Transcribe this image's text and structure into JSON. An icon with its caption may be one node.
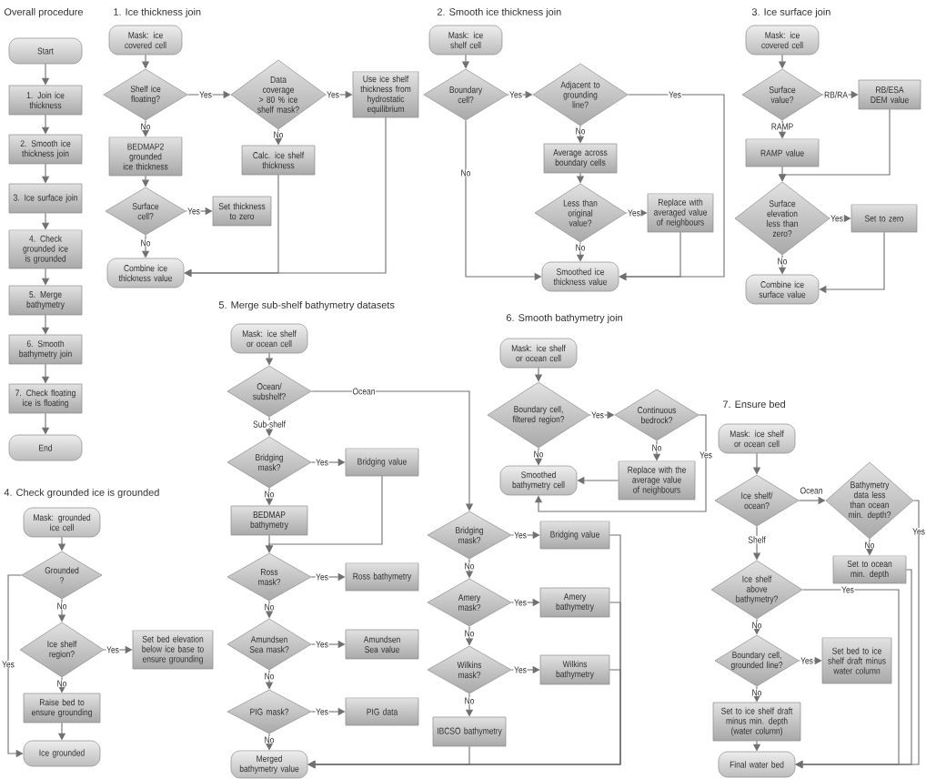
{
  "diagram": {
    "nodes": [
      {
        "text": [
          "Start"
        ]
      },
      {
        "text": [
          "1. Join ice thickness"
        ]
      },
      {
        "text": [
          "2. Smooth ice thickness join"
        ]
      },
      {
        "text": [
          "3. Ice surface join"
        ]
      },
      {
        "text": [
          "4. Check grounded ice is grounded"
        ]
      },
      {
        "text": [
          "5. Merge bathymetry"
        ]
      },
      {
        "text": [
          "6. Smooth bathymetry join"
        ]
      },
      {
        "text": [
          "7. Check floating ice is floating"
        ]
      },
      {
        "text": [
          "End"
        ]
      },
      {
        "text": [
          "Mask: ice covered cell"
        ]
      },
      {
        "text": [
          "Shelf ice floating?"
        ]
      },
      {
        "text": [
          "Data coverage > 80 % ice shelf mask?"
        ]
      },
      {
        "text": [
          "Use ice shelf thickness from hydrostatic equilibrium"
        ]
      },
      {
        "text": [
          "BEDMAP2 grounded ice thickness"
        ]
      },
      {
        "text": [
          "Calc. ice shelf thickness"
        ]
      },
      {
        "text": [
          "Surface cell?"
        ]
      },
      {
        "text": [
          "Set thickness to zero"
        ]
      },
      {
        "text": [
          "Combine ice thickness value"
        ]
      },
      {
        "text": [
          "Mask: ice shelf cell"
        ]
      },
      {
        "text": [
          "Boundary cell?"
        ]
      },
      {
        "text": [
          "Adjacent to grounding line?"
        ]
      },
      {
        "text": [
          "Average across boundary cells"
        ]
      },
      {
        "text": [
          "Less than original value?"
        ]
      },
      {
        "text": [
          "Replace with averaged value of neighbours"
        ]
      },
      {
        "text": [
          "Smoothed ice thickness value"
        ]
      },
      {
        "text": [
          "Mask: ice covered cell"
        ]
      },
      {
        "text": [
          "Surface value?"
        ]
      },
      {
        "text": [
          "RB/ESA DEM value"
        ]
      },
      {
        "text": [
          "RAMP value"
        ]
      },
      {
        "text": [
          "Surface elevation less than zero?"
        ]
      },
      {
        "text": [
          "Set to zero"
        ]
      },
      {
        "text": [
          "Combine ice surface value"
        ]
      },
      {
        "text": [
          "Mask: grounded ice cell"
        ]
      },
      {
        "text": [
          "Grounded ?"
        ]
      },
      {
        "text": [
          "Ice shelf region?"
        ]
      },
      {
        "text": [
          "Set bed elevation below ice base to ensure grounding"
        ]
      },
      {
        "text": [
          "Raise bed to ensure grounding"
        ]
      },
      {
        "text": [
          "Ice grounded"
        ]
      },
      {
        "text": [
          "Mask: ice shelf or ocean cell"
        ]
      },
      {
        "text": [
          "Ocean/ subshelf?"
        ]
      },
      {
        "text": [
          "Bridging mask?"
        ]
      },
      {
        "text": [
          "Bridging value"
        ]
      },
      {
        "text": [
          "BEDMAP bathymetry"
        ]
      },
      {
        "text": [
          "Ross mask?"
        ]
      },
      {
        "text": [
          "Ross bathymetry"
        ]
      },
      {
        "text": [
          "Amundsen Sea mask?"
        ]
      },
      {
        "text": [
          "Amundsen Sea value"
        ]
      },
      {
        "text": [
          "PIG mask?"
        ]
      },
      {
        "text": [
          "PIG data"
        ]
      },
      {
        "text": [
          "Merged bathymetry value"
        ]
      },
      {
        "text": [
          "Bridging mask?"
        ]
      },
      {
        "text": [
          "Bridging value"
        ]
      },
      {
        "text": [
          "Amery mask?"
        ]
      },
      {
        "text": [
          "Amery bathymetry"
        ]
      },
      {
        "text": [
          "Wilkins mask?"
        ]
      },
      {
        "text": [
          "Wilkins bathymetry"
        ]
      },
      {
        "text": [
          "IBCSO bathymetry"
        ]
      },
      {
        "text": [
          "Mask: ice shelf or ocean cell"
        ]
      },
      {
        "text": [
          "Boundary cell, filtered region?"
        ]
      },
      {
        "text": [
          "Continuous bedrock?"
        ]
      },
      {
        "text": [
          "Replace with the average value of neighbours"
        ]
      },
      {
        "text": [
          "Smoothed bathymetry cell"
        ]
      },
      {
        "text": [
          "Mask: ice shelf or ocean cell"
        ]
      },
      {
        "text": [
          "Ice shelf/ ocean?"
        ]
      },
      {
        "text": [
          "Bathymetry data less than ocean min. depth?"
        ]
      },
      {
        "text": [
          "Set to ocean min. depth"
        ]
      },
      {
        "text": [
          "Ice shelf above bathymetry?"
        ]
      },
      {
        "text": [
          "Boundary cell, grounded line?"
        ]
      },
      {
        "text": [
          "Set bed to ice shelf draft minus water column"
        ]
      },
      {
        "text": [
          "Set to ice shelf draft minus min. depth (water column)"
        ]
      },
      {
        "text": [
          "Final water bed"
        ]
      }
    ],
    "edges": [
      {
        "from": 0,
        "to": 1,
        "arrow": "to"
      },
      {
        "from": 1,
        "to": 2,
        "arrow": "to"
      },
      {
        "from": 2,
        "to": 3,
        "arrow": "to"
      },
      {
        "from": 3,
        "to": 4,
        "arrow": "to"
      },
      {
        "from": 4,
        "to": 5,
        "arrow": "to"
      },
      {
        "from": 5,
        "to": 6,
        "arrow": "to"
      },
      {
        "from": 6,
        "to": 7,
        "arrow": "to"
      },
      {
        "from": 7,
        "to": 8,
        "arrow": "to"
      },
      {
        "from": 9,
        "to": 10,
        "arrow": "to"
      },
      {
        "from": 10,
        "to": 11,
        "arrow": "to",
        "label": "Yes"
      },
      {
        "from": 11,
        "to": 12,
        "arrow": "to",
        "label": "Yes"
      },
      {
        "from": 11,
        "to": 14,
        "arrow": "to",
        "label": "No"
      },
      {
        "from": 10,
        "to": 13,
        "arrow": "to",
        "label": "No"
      },
      {
        "from": 13,
        "to": 15,
        "arrow": "to"
      },
      {
        "from": 15,
        "to": 16,
        "arrow": "to",
        "label": "Yes"
      },
      {
        "from": 15,
        "to": 17,
        "arrow": "to",
        "label": "No"
      },
      {
        "from": 14,
        "to": 17,
        "arrow": "to"
      },
      {
        "from": 12,
        "to": 17,
        "arrow": "to"
      },
      {
        "from": 18,
        "to": 19,
        "arrow": "to"
      },
      {
        "from": 19,
        "to": 20,
        "arrow": "to",
        "label": "Yes"
      },
      {
        "from": 20,
        "to": 24,
        "arrow": "to",
        "label": "Yes"
      },
      {
        "from": 20,
        "to": 21,
        "arrow": "to",
        "label": "No"
      },
      {
        "from": 21,
        "to": 22,
        "arrow": "to"
      },
      {
        "from": 22,
        "to": 23,
        "arrow": "to",
        "label": "Yes"
      },
      {
        "from": 22,
        "to": 24,
        "arrow": "to",
        "label": "No"
      },
      {
        "from": 23,
        "to": 24,
        "arrow": "to"
      },
      {
        "from": 19,
        "to": 24,
        "arrow": "to",
        "label": "No"
      },
      {
        "from": 25,
        "to": 26,
        "arrow": "to"
      },
      {
        "from": 26,
        "to": 27,
        "arrow": "to",
        "label": "RB/RA"
      },
      {
        "from": 26,
        "to": 28,
        "arrow": "to",
        "label": "RAMP"
      },
      {
        "from": 27,
        "to": 29,
        "arrow": "to"
      },
      {
        "from": 28,
        "to": 29,
        "arrow": "to"
      },
      {
        "from": 29,
        "to": 30,
        "arrow": "to",
        "label": "Yes"
      },
      {
        "from": 29,
        "to": 31,
        "arrow": "to",
        "label": "No"
      },
      {
        "from": 30,
        "to": 31,
        "arrow": "to"
      },
      {
        "from": 32,
        "to": 33,
        "arrow": "to"
      },
      {
        "from": 33,
        "to": 34,
        "arrow": "to",
        "label": "No"
      },
      {
        "from": 33,
        "to": 37,
        "arrow": "to",
        "label": "Yes"
      },
      {
        "from": 34,
        "to": 35,
        "arrow": "to",
        "label": "Yes"
      },
      {
        "from": 34,
        "to": 36,
        "arrow": "to",
        "label": "No"
      },
      {
        "from": 36,
        "to": 37,
        "arrow": "to"
      },
      {
        "from": 38,
        "to": 39,
        "arrow": "to"
      },
      {
        "from": 39,
        "to": 40,
        "arrow": "to",
        "label": "Sub-shelf"
      },
      {
        "from": 39,
        "to": 50,
        "arrow": "to",
        "label": "Ocean"
      },
      {
        "from": 40,
        "to": 41,
        "arrow": "to",
        "label": "Yes"
      },
      {
        "from": 40,
        "to": 42,
        "arrow": "to",
        "label": "No"
      },
      {
        "from": 41,
        "to": 43,
        "arrow": "to"
      },
      {
        "from": 42,
        "to": 43,
        "arrow": "to"
      },
      {
        "from": 43,
        "to": 44,
        "arrow": "to",
        "label": "Yes"
      },
      {
        "from": 43,
        "to": 45,
        "arrow": "to",
        "label": "No"
      },
      {
        "from": 45,
        "to": 46,
        "arrow": "to",
        "label": "Yes"
      },
      {
        "from": 45,
        "to": 47,
        "arrow": "to",
        "label": "No"
      },
      {
        "from": 47,
        "to": 48,
        "arrow": "to",
        "label": "Yes"
      },
      {
        "from": 47,
        "to": 49,
        "arrow": "to",
        "label": "No"
      },
      {
        "from": 50,
        "to": 51,
        "arrow": "to",
        "label": "Yes"
      },
      {
        "from": 50,
        "to": 52,
        "arrow": "to",
        "label": "No"
      },
      {
        "from": 52,
        "to": 53,
        "arrow": "to",
        "label": "Yes"
      },
      {
        "from": 52,
        "to": 54,
        "arrow": "to",
        "label": "No"
      },
      {
        "from": 54,
        "to": 55,
        "arrow": "to",
        "label": "Yes"
      },
      {
        "from": 54,
        "to": 56,
        "arrow": "to",
        "label": "No"
      },
      {
        "from": 51,
        "to": 49,
        "arrow": "to"
      },
      {
        "from": 53,
        "to": 49,
        "arrow": "to"
      },
      {
        "from": 55,
        "to": 49,
        "arrow": "to"
      },
      {
        "from": 56,
        "to": 49,
        "arrow": "to"
      },
      {
        "from": 57,
        "to": 58,
        "arrow": "to"
      },
      {
        "from": 58,
        "to": 59,
        "arrow": "to",
        "label": "Yes"
      },
      {
        "from": 58,
        "to": 61,
        "arrow": "to",
        "label": "No"
      },
      {
        "from": 59,
        "to": 60,
        "arrow": "to",
        "label": "No"
      },
      {
        "from": 59,
        "to": 61,
        "arrow": "to",
        "label": "Yes"
      },
      {
        "from": 60,
        "to": 61,
        "arrow": "to"
      },
      {
        "from": 62,
        "to": 63,
        "arrow": "to"
      },
      {
        "from": 63,
        "to": 64,
        "arrow": "to",
        "label": "Ocean"
      },
      {
        "from": 63,
        "to": 66,
        "arrow": "to",
        "label": "Shelf"
      },
      {
        "from": 64,
        "to": 65,
        "arrow": "to",
        "label": "No"
      },
      {
        "from": 64,
        "to": 70,
        "arrow": "to",
        "label": "Yes"
      },
      {
        "from": 65,
        "to": 70,
        "arrow": "to"
      },
      {
        "from": 66,
        "to": 70,
        "arrow": "to",
        "label": "Yes"
      },
      {
        "from": 66,
        "to": 67,
        "arrow": "to",
        "label": "No"
      },
      {
        "from": 67,
        "to": 68,
        "arrow": "to",
        "label": "Yes"
      },
      {
        "from": 67,
        "to": 69,
        "arrow": "to",
        "label": "No"
      },
      {
        "from": 69,
        "to": 70,
        "arrow": "to"
      }
    ],
    "labels": [
      "Overall procedure",
      "1. Ice thickness join",
      "2. Smooth ice thickness join",
      "3. Ice surface join",
      "4. Check grounded ice is grounded",
      "5. Merge sub-shelf bathymetry datasets",
      "6. Smooth bathymetry join",
      "7. Ensure bed"
    ]
  }
}
